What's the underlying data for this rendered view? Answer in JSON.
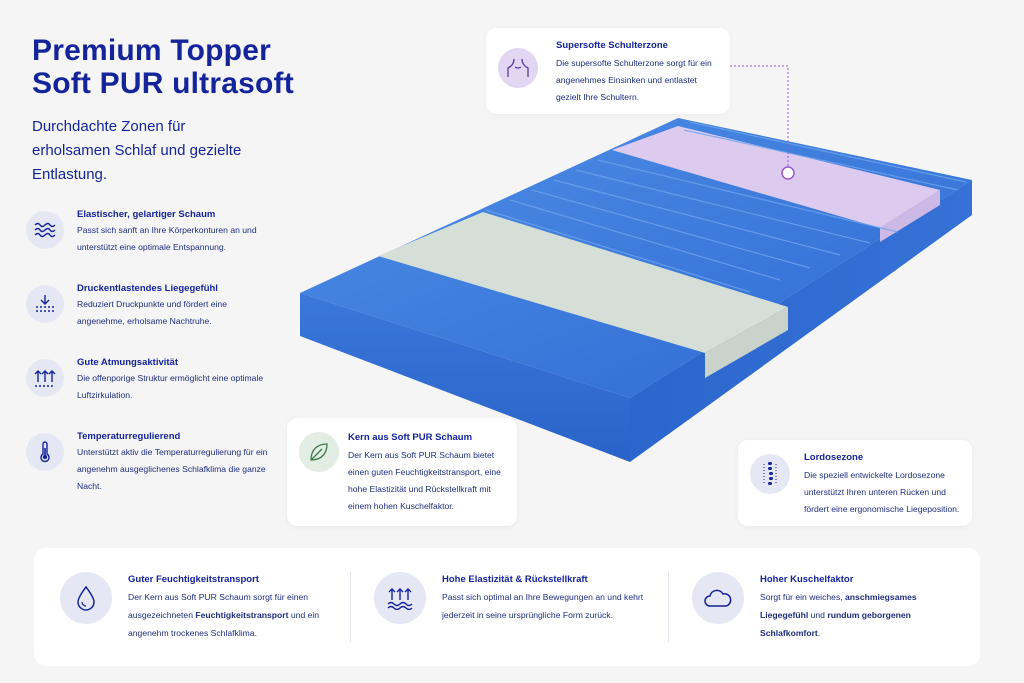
{
  "title_line1": "Premium Topper",
  "title_line2": "Soft PUR ultrasoft",
  "subtitle": "Durchdachte Zonen für erholsamen Schlaf und gezielte Entlastung.",
  "features": [
    {
      "icon": "waves-icon",
      "title": "Elastischer, gelartiger Schaum",
      "desc": "Passt sich sanft an Ihre Körperkonturen an und unterstützt eine optimale Entspannung."
    },
    {
      "icon": "pressure-arrow-icon",
      "title": "Druckentlastendes Liegegefühl",
      "desc": "Reduziert Druckpunkte und fördert eine angenehme, erholsame Nachtruhe."
    },
    {
      "icon": "airflow-arrows-icon",
      "title": "Gute Atmungsaktivität",
      "desc": "Die offenporige Struktur ermöglicht eine optimale Luftzirkulation."
    },
    {
      "icon": "thermometer-icon",
      "title": "Temperaturregulierend",
      "desc": "Unterstützt aktiv die Temperaturregulierung für ein angenehm ausgeglichenes Schlafklima die ganze Nacht."
    }
  ],
  "shoulder_card": {
    "icon": "shoulder-icon",
    "title": "Supersofte Schulterzone",
    "desc": "Die supersofte Schulterzone sorgt für ein angenehmes Einsinken und entlastet gezielt Ihre Schultern."
  },
  "core_card": {
    "icon": "leaf-icon",
    "title": "Kern aus Soft PUR Schaum",
    "desc": "Der Kern aus Soft PUR Schaum bietet einen guten Feuchtigkeitstransport, eine hohe Elastizität und Rückstellkraft mit einem hohen Kuschelfaktor."
  },
  "lordose_card": {
    "icon": "spine-icon",
    "title": "Lordosezone",
    "desc": "Die speziell entwickelte Lordosezone unterstützt Ihren unteren Rücken und fördert eine ergonomische Liegeposition."
  },
  "bottom": [
    {
      "icon": "water-drop-icon",
      "title": "Guter Feuchtigkeitstransport",
      "desc_pre": "Der Kern aus Soft PUR Schaum sorgt für einen ausgezeichneten ",
      "desc_bold": "Feuchtigkeitstransport",
      "desc_post": " und ein angenehm trockenes Schlafklima."
    },
    {
      "icon": "elasticity-icon",
      "title": "Hohe Elastizität & Rückstellkraft",
      "desc": "Passt sich optimal an Ihre Bewegungen an und kehrt jederzeit in seine ursprüngliche Form zurück."
    },
    {
      "icon": "cloud-icon",
      "title": "Hoher Kuschelfaktor",
      "desc_pre": "Sorgt für ein weiches, ",
      "desc_bold": "anschmiegsames Liegegefühl",
      "desc_mid": " und ",
      "desc_bold2": "rundum geborgenen Schlafkomfort",
      "desc_post": "."
    }
  ],
  "colors": {
    "navy": "#14249a",
    "foam_blue": "#2e6fd6",
    "shoulder_zone": "#d9c8ee",
    "lordose_zone": "#d6dfd8"
  }
}
